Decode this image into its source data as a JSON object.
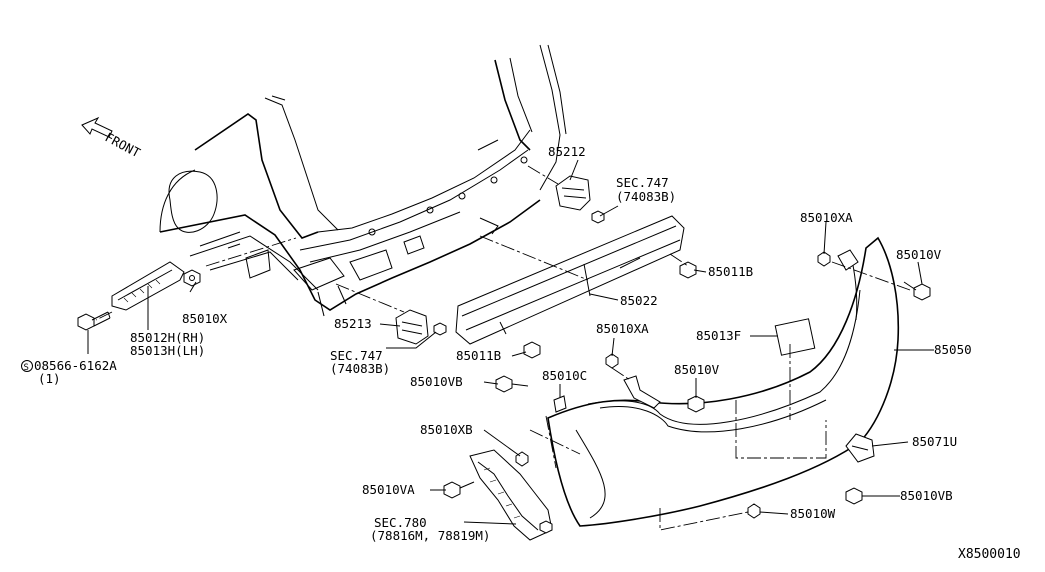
{
  "diagram": {
    "front_label": "FRONT",
    "footer_code": "X8500010",
    "labels": {
      "p85212": "85212",
      "sec747_top": "SEC.747",
      "sec747_top_ref": "(74083B)",
      "p85010XA_right": "85010XA",
      "p85010V_right": "85010V",
      "p85011B_right": "85011B",
      "p85022": "85022",
      "p85010X": "85010X",
      "p85012H": "85012H(RH)",
      "p85013H": "85013H(LH)",
      "bolt_code": "08566-6162A",
      "bolt_prefix": "S",
      "bolt_qty": "(1)",
      "p85213": "85213",
      "sec747_bottom": "SEC.747",
      "sec747_bottom_ref": "(74083B)",
      "p85011B_left": "85011B",
      "p85010XA_mid": "85010XA",
      "p85013F": "85013F",
      "p85050": "85050",
      "p85010VB_left": "85010VB",
      "p85010C": "85010C",
      "p85010V_mid": "85010V",
      "p85010XB": "85010XB",
      "p85071U": "85071U",
      "p85010VA": "85010VA",
      "p85010VB_right": "85010VB",
      "p85010W": "85010W",
      "sec780": "SEC.780",
      "sec780_ref": "(78816M, 78819M)"
    }
  }
}
